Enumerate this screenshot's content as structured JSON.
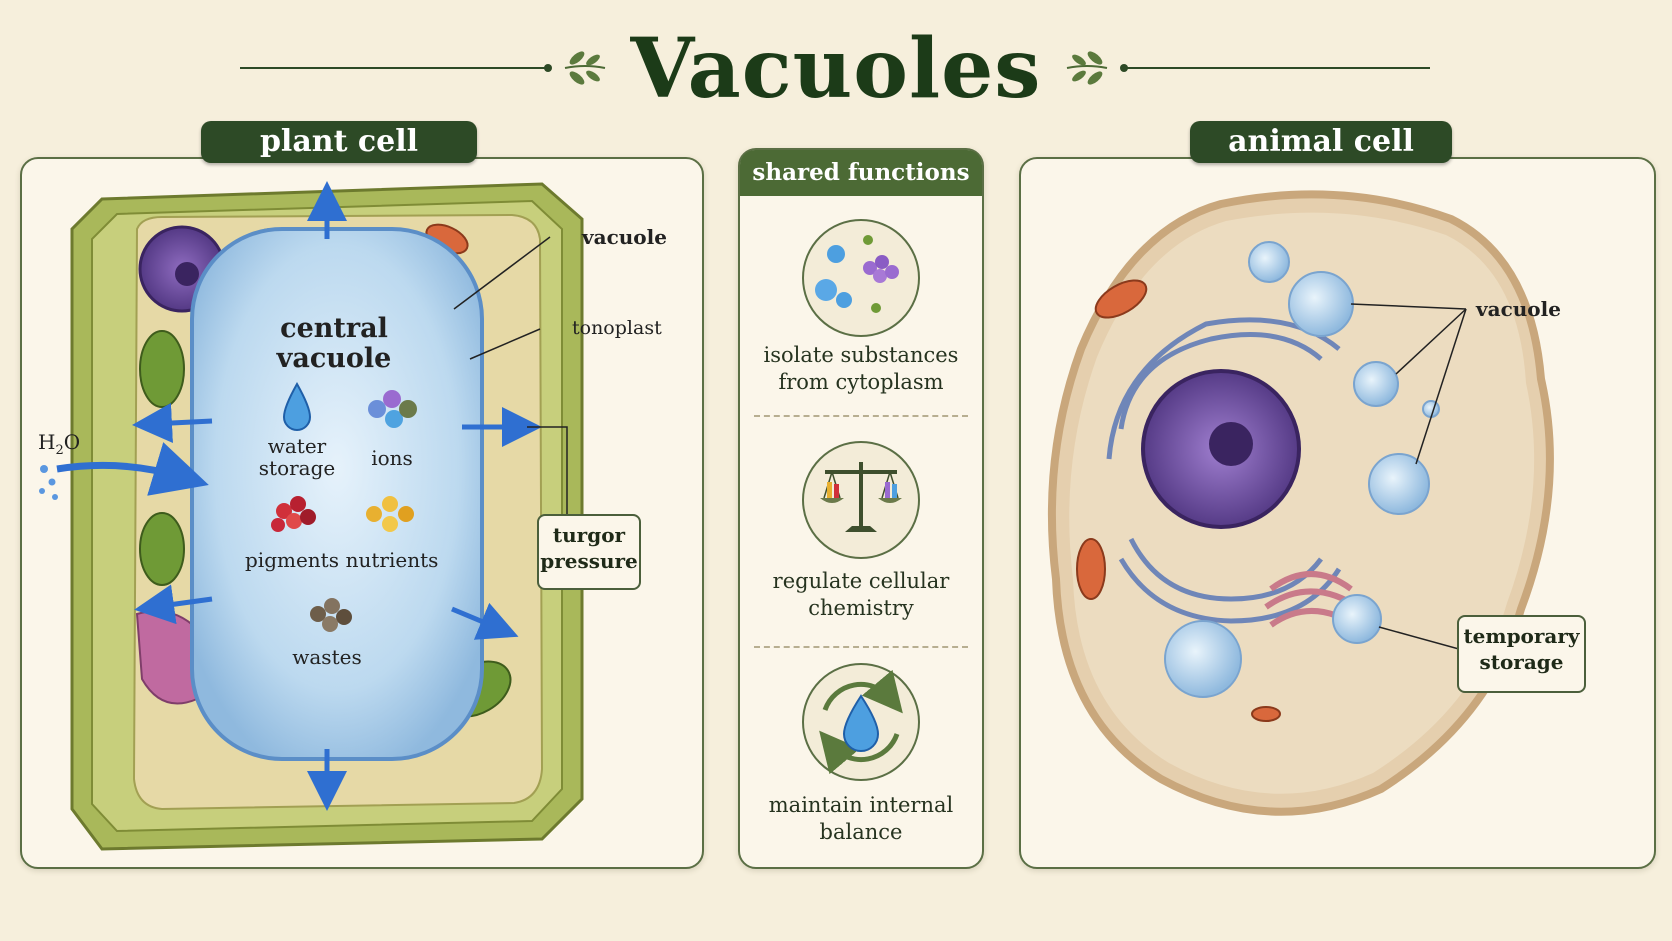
{
  "title": "Vacuoles",
  "plant_panel": {
    "tab": "plant cell",
    "labels": {
      "vacuole": "vacuole",
      "tonoplast": "tonoplast",
      "central_vacuole_line1": "central",
      "central_vacuole_line2": "vacuole",
      "water_line1": "water",
      "water_line2": "storage",
      "ions": "ions",
      "pigments": "pigments",
      "nutrients": "nutrients",
      "wastes": "wastes",
      "h2o_h": "H",
      "h2o_sub": "2",
      "h2o_o": "O",
      "turgor_line1": "turgor",
      "turgor_line2": "pressure"
    }
  },
  "shared_panel": {
    "header": "shared functions",
    "functions": [
      {
        "line1": "isolate substances",
        "line2": "from cytoplasm",
        "icon": "molecules-icon"
      },
      {
        "line1": "regulate cellular",
        "line2": "chemistry",
        "icon": "balance-scale-icon"
      },
      {
        "line1": "maintain internal",
        "line2": "balance",
        "icon": "cycle-droplet-icon"
      }
    ]
  },
  "animal_panel": {
    "tab": "animal cell",
    "labels": {
      "vacuole": "vacuole",
      "temporary_line1": "temporary",
      "temporary_line2": "storage"
    }
  },
  "colors": {
    "dark_green": "#2d4a26",
    "header_green": "#4c6a35",
    "background": "#f6efdc",
    "arrow_blue": "#2f6fd1",
    "vacuole_blue": "#bcd9ef"
  }
}
